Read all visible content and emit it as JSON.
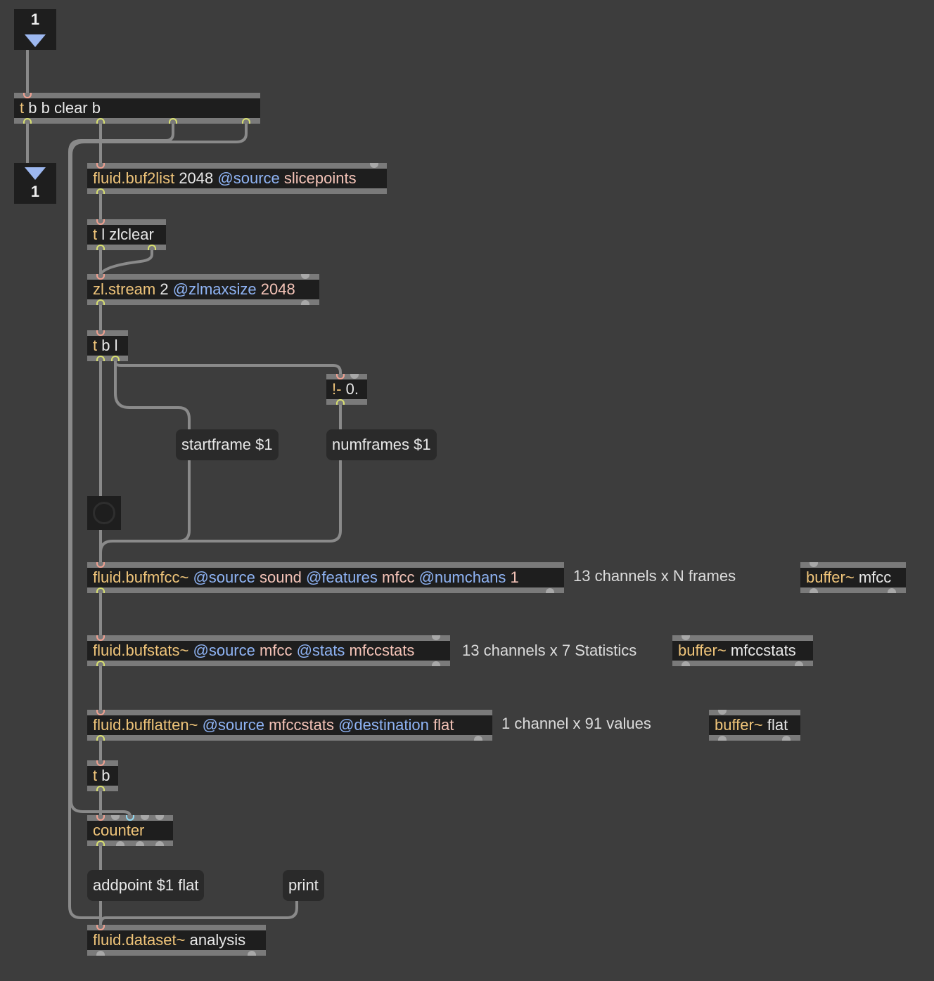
{
  "number_in": {
    "value": "1"
  },
  "number_out": {
    "value": "1"
  },
  "objects": {
    "trigger_main": {
      "cls": "t",
      "args": "b b clear b"
    },
    "buf2list": {
      "cls": "fluid.buf2list",
      "arg": "2048",
      "attr1": "@source",
      "val1": "slicepoints"
    },
    "trigger_zlclear": {
      "cls": "t",
      "args": "l zlclear"
    },
    "zlstream": {
      "cls": "zl.stream",
      "arg": "2",
      "attr1": "@zlmaxsize",
      "val1": "2048"
    },
    "trigger_bl": {
      "cls": "t",
      "args": "b l"
    },
    "rminus": {
      "cls": "!-",
      "args": "0."
    },
    "bufmfcc": {
      "cls": "fluid.bufmfcc~",
      "attr1": "@source",
      "val1": "sound",
      "attr2": "@features",
      "val2": "mfcc",
      "attr3": "@numchans",
      "val3": "1"
    },
    "bufstats": {
      "cls": "fluid.bufstats~",
      "attr1": "@source",
      "val1": "mfcc",
      "attr2": "@stats",
      "val2": "mfccstats"
    },
    "bufflatten": {
      "cls": "fluid.bufflatten~",
      "attr1": "@source",
      "val1": "mfccstats",
      "attr2": "@destination",
      "val2": "flat"
    },
    "trigger_b": {
      "cls": "t",
      "args": "b"
    },
    "counter": {
      "cls": "counter"
    },
    "dataset": {
      "cls": "fluid.dataset~",
      "arg": "analysis"
    },
    "buffer_mfcc": {
      "cls": "buffer~",
      "arg": "mfcc"
    },
    "buffer_mfccstats": {
      "cls": "buffer~",
      "arg": "mfccstats"
    },
    "buffer_flat": {
      "cls": "buffer~",
      "arg": "flat"
    }
  },
  "messages": {
    "startframe": "startframe $1",
    "numframes": "numframes $1",
    "addpoint": "addpoint $1 flat",
    "print": "print"
  },
  "comments": {
    "mfcc": "13 channels x N frames",
    "stats": "13 channels x 7 Statistics",
    "flat": "1 channel x 91 values"
  },
  "colors": {
    "background": "#3d3d3d",
    "object_class": "#f0c57a",
    "attribute": "#8fb4f5",
    "attribute_value": "#f5c4b8",
    "patch_cord": "#8a8a8a"
  }
}
